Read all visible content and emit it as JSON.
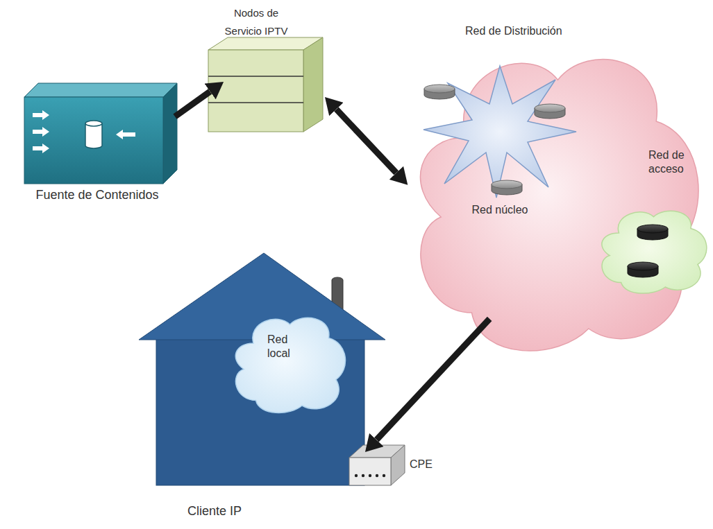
{
  "diagram": {
    "nodes": [
      {
        "text": [
          "Fuente de Contenidos"
        ]
      },
      {
        "text": [
          "Nodos de Servicio IPTV"
        ]
      },
      {
        "text": [
          "Red de Distribución"
        ]
      },
      {
        "text": [
          "Red núcleo"
        ],
        "in": 2
      },
      {
        "text": [
          "Red de acceso"
        ],
        "in": 2
      },
      {
        "text": [
          "Cliente IP"
        ]
      },
      {
        "text": [
          "Red local"
        ],
        "in": 5
      },
      {
        "text": [
          "CPE"
        ],
        "in": 5
      }
    ],
    "edges": [
      {
        "from": 0,
        "to": 1,
        "arrow": "to"
      },
      {
        "from": 1,
        "to": 2,
        "arrow": "both"
      },
      {
        "from": 2,
        "to": 7,
        "arrow": "to"
      }
    ]
  }
}
